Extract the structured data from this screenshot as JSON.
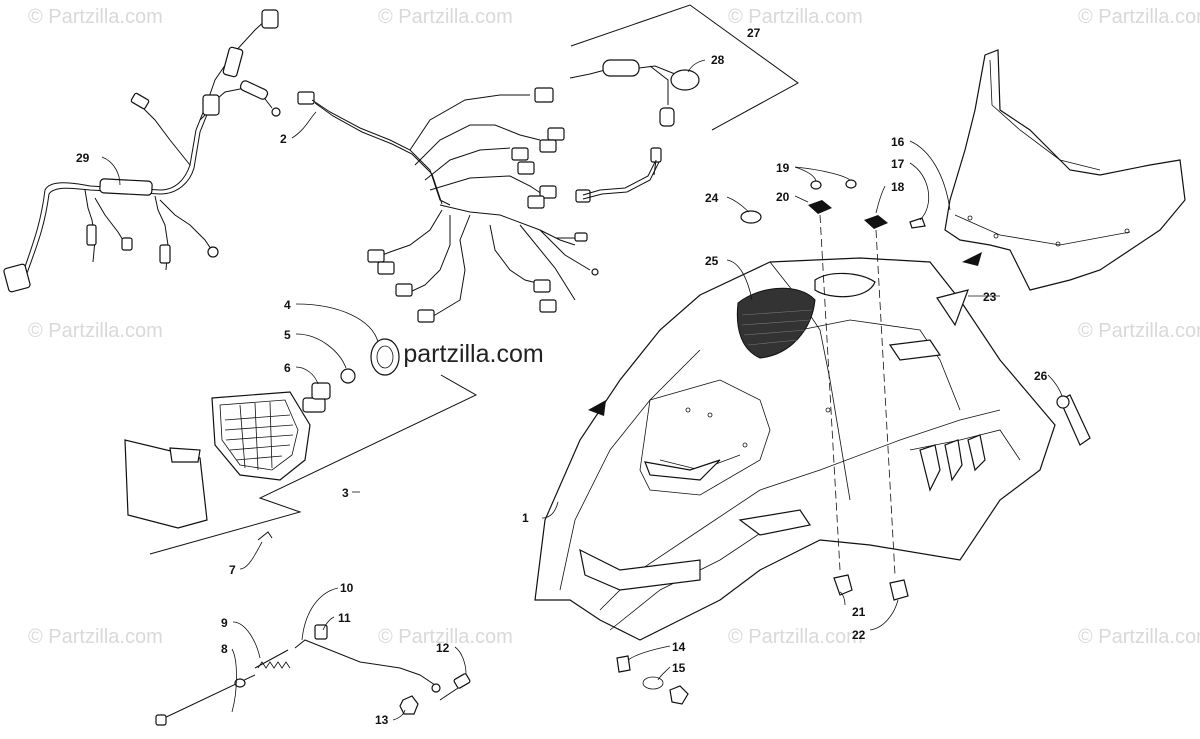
{
  "watermark": {
    "small_text": "© Partzilla.com",
    "center_text": "© partzilla.com"
  },
  "callouts": [
    "1",
    "2",
    "3",
    "4",
    "5",
    "6",
    "7",
    "8",
    "9",
    "10",
    "11",
    "12",
    "13",
    "14",
    "15",
    "16",
    "17",
    "18",
    "19",
    "20",
    "21",
    "22",
    "23",
    "24",
    "25",
    "26",
    "27",
    "28",
    "29"
  ]
}
